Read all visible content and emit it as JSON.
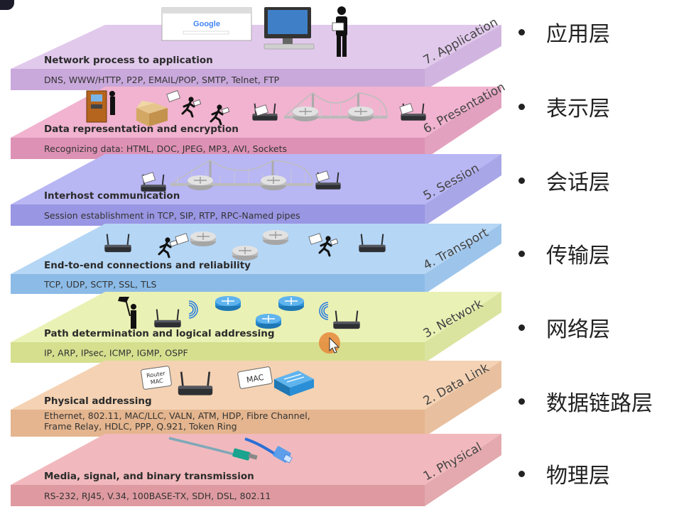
{
  "layers": [
    {
      "id": "application",
      "label": "7. Application",
      "title": "Network process to application",
      "protocols": [
        "DNS, WWW/HTTP, P2P, EMAIL/POP, SMTP, Telnet, FTP"
      ],
      "top": "#e1c9ec",
      "side": "#c9a8db",
      "chinese": "应用层"
    },
    {
      "id": "presentation",
      "label": "6. Presentation",
      "title": "Data representation and encryption",
      "protocols": [
        "Recognizing data: HTML, DOC, JPEG, MP3, AVI, Sockets"
      ],
      "top": "#f1b3cf",
      "side": "#dd91b4",
      "chinese": "表示层"
    },
    {
      "id": "session",
      "label": "5. Session",
      "title": "Interhost communication",
      "protocols": [
        "Session establishment in TCP, SIP, RTP, RPC-Named pipes"
      ],
      "top": "#b9b6f4",
      "side": "#9996e3",
      "chinese": "会话层"
    },
    {
      "id": "transport",
      "label": "4. Transport",
      "title": "End-to-end connections and reliability",
      "protocols": [
        "TCP, UDP, SCTP, SSL, TLS"
      ],
      "top": "#b5d6f5",
      "side": "#8cbbe7",
      "chinese": "传输层"
    },
    {
      "id": "network",
      "label": "3. Network",
      "title": "Path determination and logical addressing",
      "protocols": [
        "IP, ARP, IPsec, ICMP, IGMP, OSPF"
      ],
      "top": "#eaf1b4",
      "side": "#d5df8e",
      "chinese": "网络层"
    },
    {
      "id": "datalink",
      "label": "2. Data Link",
      "title": "Physical addressing",
      "protocols": [
        "Ethernet, 802.11, MAC/LLC, VALN, ATM, HDP, Fibre Channel,",
        "Frame Relay, HDLC,  PPP, Q.921, Token Ring"
      ],
      "top": "#f4d2b3",
      "side": "#e4b58e",
      "chinese": "数据链路层"
    },
    {
      "id": "physical",
      "label": "1. Physical",
      "title": "Media, signal, and binary transmission",
      "protocols": [
        "RS-232, RJ45, V.34, 100BASE-TX, SDH, DSL, 802.11"
      ],
      "top": "#f1b9bd",
      "side": "#de9aa0",
      "chinese": "物理层"
    }
  ],
  "icons": {
    "browser_brand": "Google",
    "router_tag": "Router\nMAC",
    "mac_tag": "MAC"
  },
  "colors": {
    "bullet": "#222222",
    "cursor": "#e8883a"
  }
}
